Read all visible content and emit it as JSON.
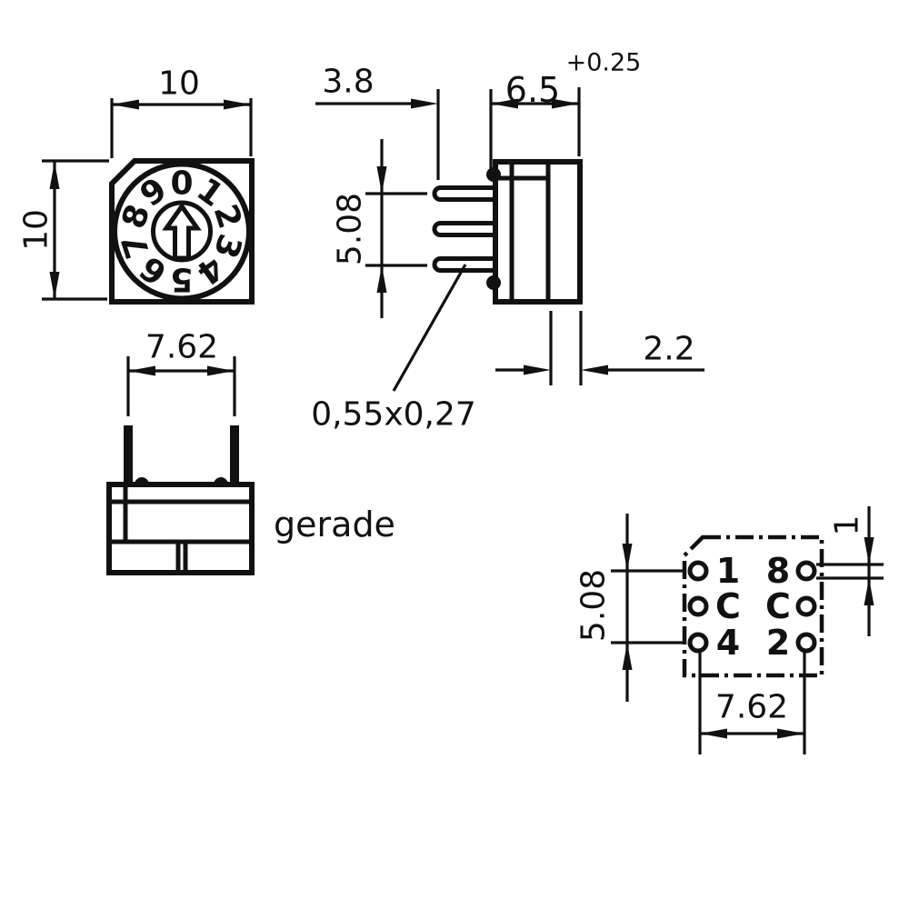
{
  "colors": {
    "ink": "#111111",
    "background": "#ffffff"
  },
  "top_view": {
    "width_dim": "10",
    "height_dim": "10",
    "dial_digits": [
      "0",
      "1",
      "2",
      "3",
      "4",
      "5",
      "6",
      "7",
      "8",
      "9"
    ]
  },
  "side_view": {
    "pin_length_dim": "3.8",
    "depth_dim": "6.5",
    "depth_tolerance": "+0.25",
    "pin_row_span_dim": "5.08",
    "shaft_dim": "2.2",
    "pin_cross_section": "0,55x0,27"
  },
  "front_view": {
    "pin_spacing_dim": "7.62",
    "caption": "gerade"
  },
  "pinout": {
    "row_span_dim": "5.08",
    "column_span_dim": "7.62",
    "pin_offset_dim": "1",
    "left_pin_labels": [
      "1",
      "C",
      "4"
    ],
    "right_pin_labels": [
      "8",
      "C",
      "2"
    ]
  }
}
